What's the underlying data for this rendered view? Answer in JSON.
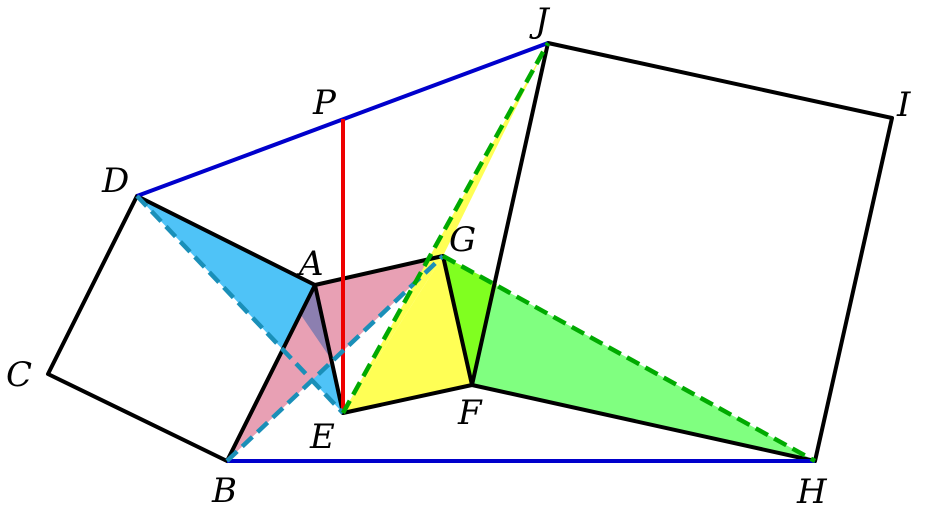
{
  "diagram": {
    "labels": {
      "A": "A",
      "B": "B",
      "C": "C",
      "D": "D",
      "E": "E",
      "F": "F",
      "G": "G",
      "H": "H",
      "I": "I",
      "J": "J",
      "P": "P"
    },
    "colors": {
      "outline": "#000000",
      "blue_line": "#0000cc",
      "red_line": "#ee0000",
      "green_dash": "#00aa00",
      "teal_dash": "#1a8fb8",
      "cyan_fill": "#4fc3f7",
      "pink_fill": "#e8a0b4",
      "purple_overlap": "#8c7fb0",
      "yellow_fill": "#ffff55",
      "green_fill": "#80ff80",
      "lime_overlap": "#80ff20"
    }
  }
}
